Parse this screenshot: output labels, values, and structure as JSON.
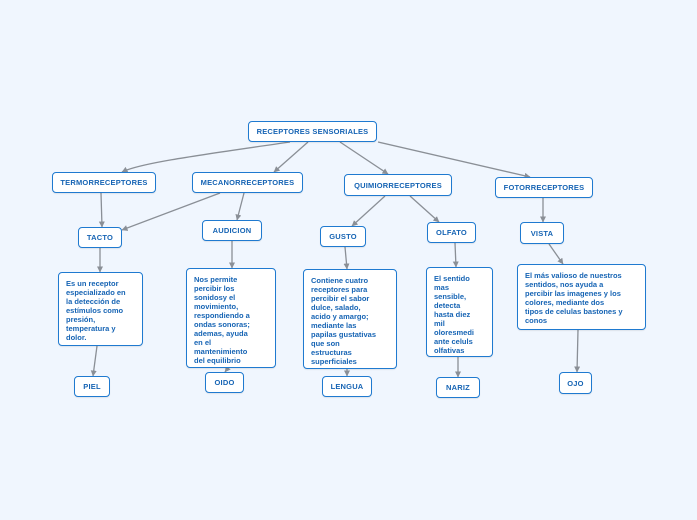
{
  "root": "RECEPTORES SENSORIALES",
  "categories": {
    "termo": "TERMORRECEPTORES",
    "mecano": "MECANORRECEPTORES",
    "quimio": "QUIMIORRECEPTORES",
    "foto": "FOTORRECEPTORES"
  },
  "senses": {
    "tacto": "TACTO",
    "audicion": "AUDICION",
    "gusto": "GUSTO",
    "olfato": "OLFATO",
    "vista": "VISTA"
  },
  "descriptions": {
    "tacto": "Es un receptor\nespecializado en\nla detección de\nestímulos como\npresión,\ntemperatura y\ndolor.",
    "audicion": "Nos permite\npercibir los\nsonidosy el\nmovimiento,\nrespondiendo a\nondas sonoras;\nademas, ayuda\nen el\nmantenimiento\ndel equilibrio",
    "gusto": "Contiene cuatro\nreceptores para\npercibir el sabor\ndulce, salado,\nacido y amargo;\nmediante las\npapilas gustativas\nque son\nestructuras\nsuperficiales",
    "olfato": "El sentido\nmas\nsensible,\ndetecta\nhasta diez\nmil\noloresmedi\nante celuls\nolfativas",
    "vista": "El más valioso de nuestros\nsentidos, nos ayuda a\npercibir  las imagenes y los\ncolores, mediante dos\ntipos de celulas bastones y\nconos"
  },
  "organs": {
    "piel": "PIEL",
    "oido": "OIDO",
    "lengua": "LENGUA",
    "nariz": "NARIZ",
    "ojo": "OJO"
  },
  "colors": {
    "background": "#f0f6fe",
    "border": "#1f7ad0",
    "text": "#1664b4",
    "connector": "#8a8f96"
  }
}
